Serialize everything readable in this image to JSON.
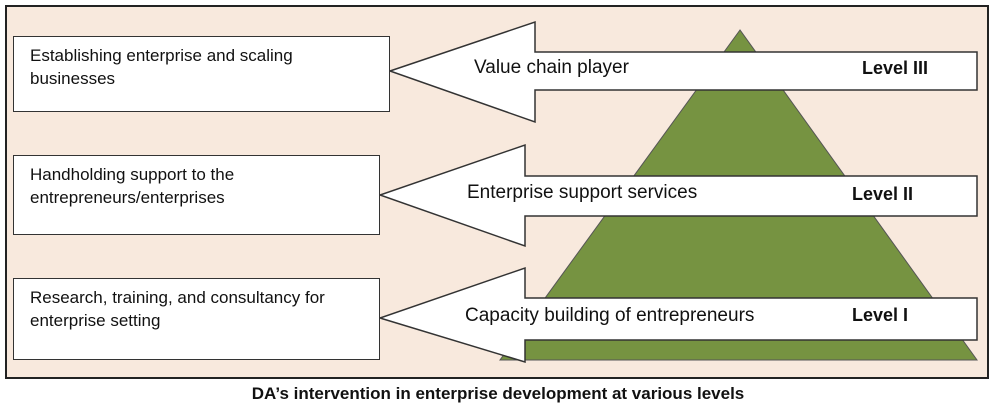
{
  "colors": {
    "frame_background": "#f8e9dd",
    "pyramid_fill": "#769341",
    "arrow_fill": "#ffffff"
  },
  "rows": [
    {
      "description": "Establishing enterprise and scaling businesses",
      "arrow_label": "Value chain player",
      "level": "Level III"
    },
    {
      "description": "Handholding support to the entrepreneurs/enterprises",
      "arrow_label": "Enterprise support services",
      "level": "Level II"
    },
    {
      "description": "Research, training, and consultancy for enterprise setting",
      "arrow_label": "Capacity building of entrepreneurs",
      "level": "Level I"
    }
  ],
  "caption": "DA’s intervention in enterprise development at various levels"
}
